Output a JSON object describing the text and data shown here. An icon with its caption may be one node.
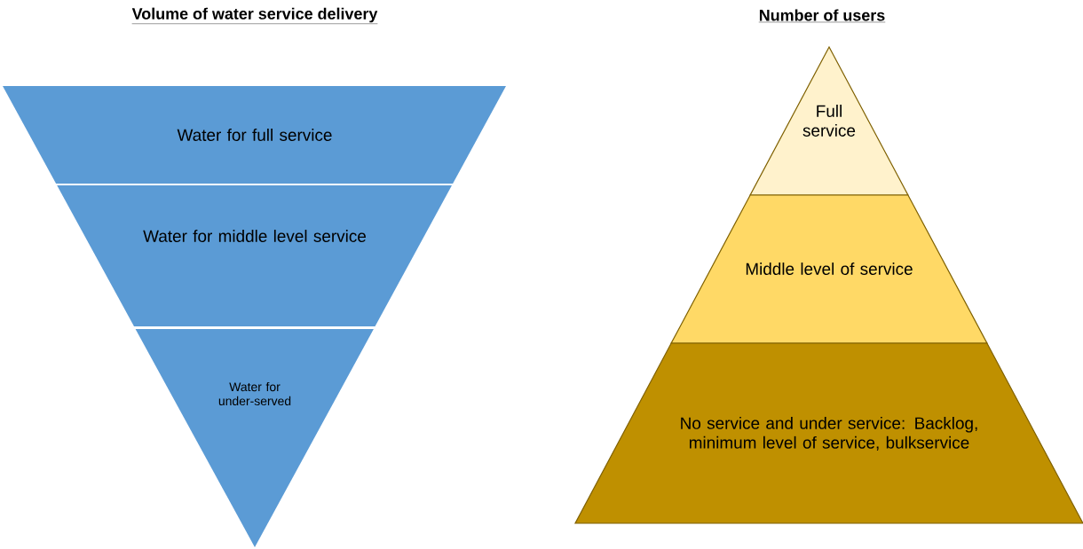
{
  "diagram": {
    "nodes": [
      {
        "text": [
          "Water for full service"
        ]
      },
      {
        "text": [
          "Water for middle level service"
        ]
      },
      {
        "text": [
          "Water for under-served"
        ]
      },
      {
        "text": [
          "Full service"
        ]
      },
      {
        "text": [
          "Middle level of service"
        ]
      },
      {
        "text": [
          "No service and under service: Backlog, minimum level of service, bulkservice"
        ]
      }
    ],
    "labels": [
      "Volume of water service delivery",
      "Number of users"
    ]
  }
}
